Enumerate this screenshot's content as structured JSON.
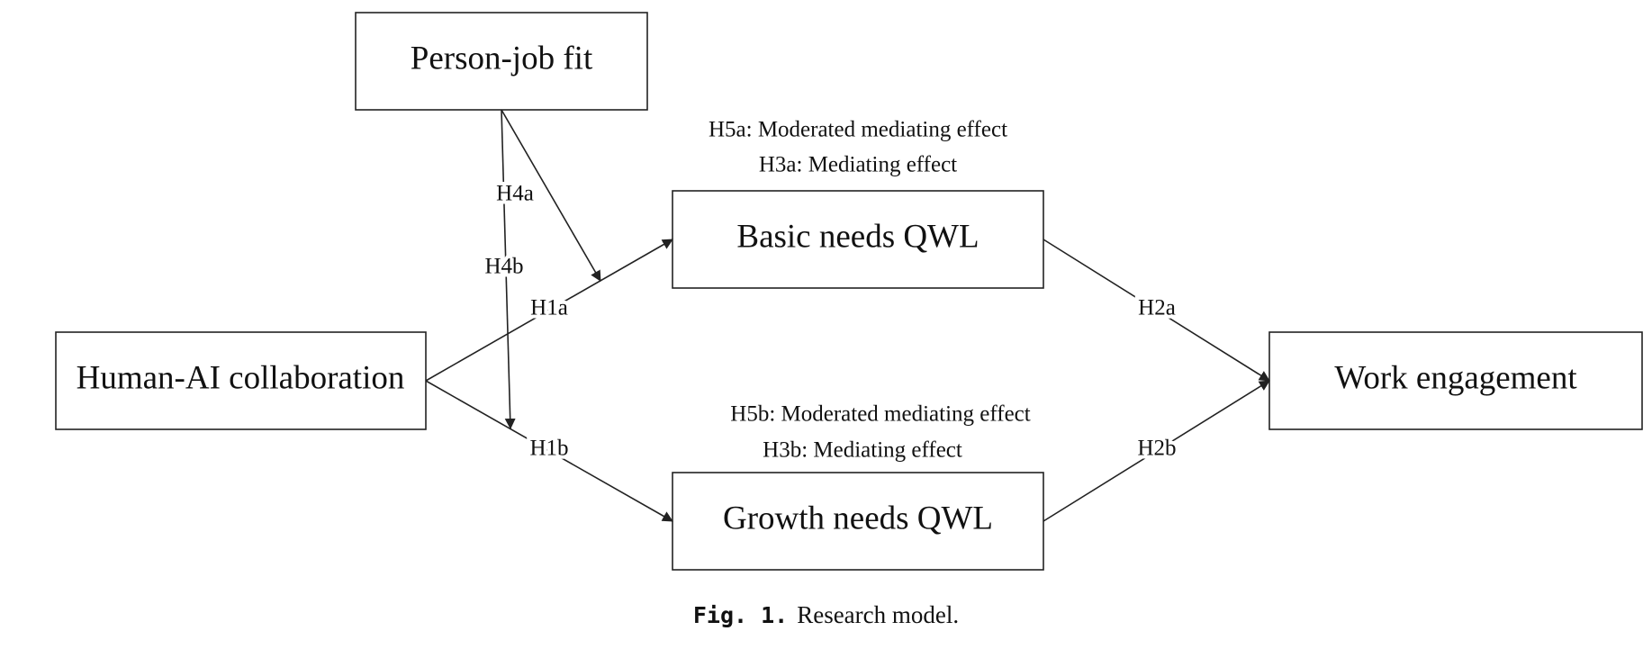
{
  "diagram": {
    "boxes": {
      "person_job_fit": "Person-job fit",
      "human_ai": "Human-AI collaboration",
      "basic_needs": "Basic needs QWL",
      "growth_needs": "Growth needs QWL",
      "work_engagement": "Work engagement"
    },
    "path_labels": {
      "h4a": "H4a",
      "h4b": "H4b",
      "h1a": "H1a",
      "h1b": "H1b",
      "h2a": "H2a",
      "h2b": "H2b"
    },
    "effect_labels": {
      "h5a": "H5a: Moderated mediating effect",
      "h3a": "H3a: Mediating effect",
      "h5b": "H5b: Moderated mediating effect",
      "h3b": "H3b: Mediating effect"
    }
  },
  "caption": {
    "label": "Fig. 1.",
    "text": "Research model."
  }
}
